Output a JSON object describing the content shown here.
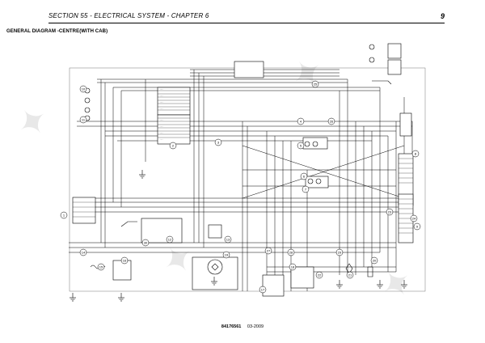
{
  "header": {
    "section": "SECTION 55 - ELECTRICAL SYSTEM - CHAPTER 6",
    "page": "9"
  },
  "diagram_title": "GENERAL DIAGRAM -CENTRE(WITH CAB)",
  "footer": {
    "code": "84176561",
    "date": "03-2009"
  },
  "component_numbers": [
    "1",
    "2",
    "3",
    "4",
    "5",
    "6",
    "7",
    "8",
    "9",
    "10",
    "11",
    "12",
    "13",
    "14",
    "15",
    "16",
    "17",
    "18",
    "19",
    "20",
    "21",
    "22",
    "23",
    "24",
    "25",
    "26",
    "27",
    "28",
    "29",
    "30"
  ],
  "colors": {
    "line": "#000000",
    "watermark": "#e8e8e8"
  }
}
